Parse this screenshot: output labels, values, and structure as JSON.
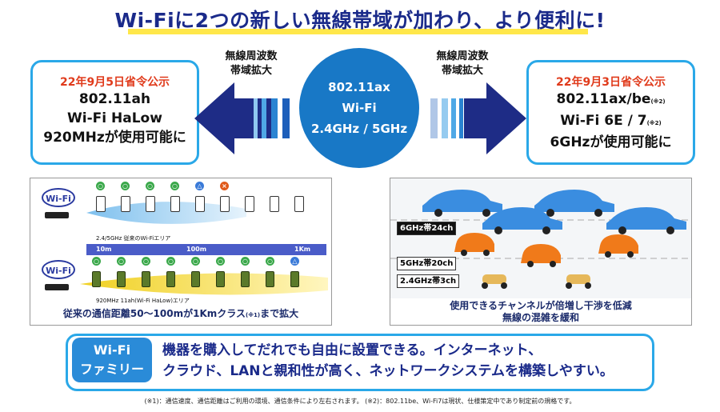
{
  "title": "Wi-Fiに2つの新しい無線帯域が加わり、より便利に!",
  "left_arrow_label": [
    "無線周波数",
    "帯域拡大"
  ],
  "right_arrow_label": [
    "無線周波数",
    "帯域拡大"
  ],
  "center_circle": [
    "802.11ax",
    "Wi-Fi",
    "2.4GHz / 5GHz"
  ],
  "left_callout": {
    "date": "22年9月5日省令公示",
    "line1": "802.11ah",
    "line2": "Wi-Fi HaLow",
    "line3": "920MHzが使用可能に"
  },
  "right_callout": {
    "date": "22年9月3日省令公示",
    "line1": "802.11ax/be",
    "line1_note": "(※2)",
    "line2": "Wi-Fi 6E / 7",
    "line2_note": "(※2)",
    "line3": "6GHzが使用可能に"
  },
  "left_panel": {
    "wifi_label": "Wi-Fi",
    "area1_label": "2.4/5GHz 従来のWi-Fiエリア",
    "distances": [
      "10m",
      "100m",
      "1Km"
    ],
    "area2_label": "920MHz 11ah(Wi-Fi HaLow)エリア",
    "caption": "従来の通信距離50～100mが1Kmクラス",
    "caption_note": "(※1)",
    "caption_tail": "まで拡大",
    "row1_status": [
      "ok",
      "ok",
      "ok",
      "ok",
      "tri",
      "x",
      "",
      "",
      ""
    ],
    "row2_status": [
      "ok",
      "ok",
      "ok",
      "ok",
      "ok",
      "ok",
      "ok",
      "ok",
      "tri"
    ]
  },
  "right_panel": {
    "channels": [
      "6GHz帯24ch",
      "5GHz帯20ch",
      "2.4GHz帯3ch"
    ],
    "caption_line1": "使用できるチャンネルが倍増し干渉を低減",
    "caption_line2": "無線の混雑を緩和"
  },
  "bottom": {
    "family_line1": "Wi-Fi",
    "family_line2": "ファミリー",
    "text_line1": "機器を購入してだれでも自由に設置できる。インターネット、",
    "text_line2": "クラウド、LANと親和性が高く、ネットワークシステムを構築しやすい。"
  },
  "footnote": "(※1)：通信速度、通信距離はご利用の環境、通信条件により左右されます。 (※2)：802.11be、Wi-Fi7は現状、仕様策定中であり制定前の規格です。",
  "colors": {
    "navy": "#1a2a8a",
    "accent": "#2aa8e8",
    "red": "#e03b1c",
    "circle": "#1878c6"
  }
}
